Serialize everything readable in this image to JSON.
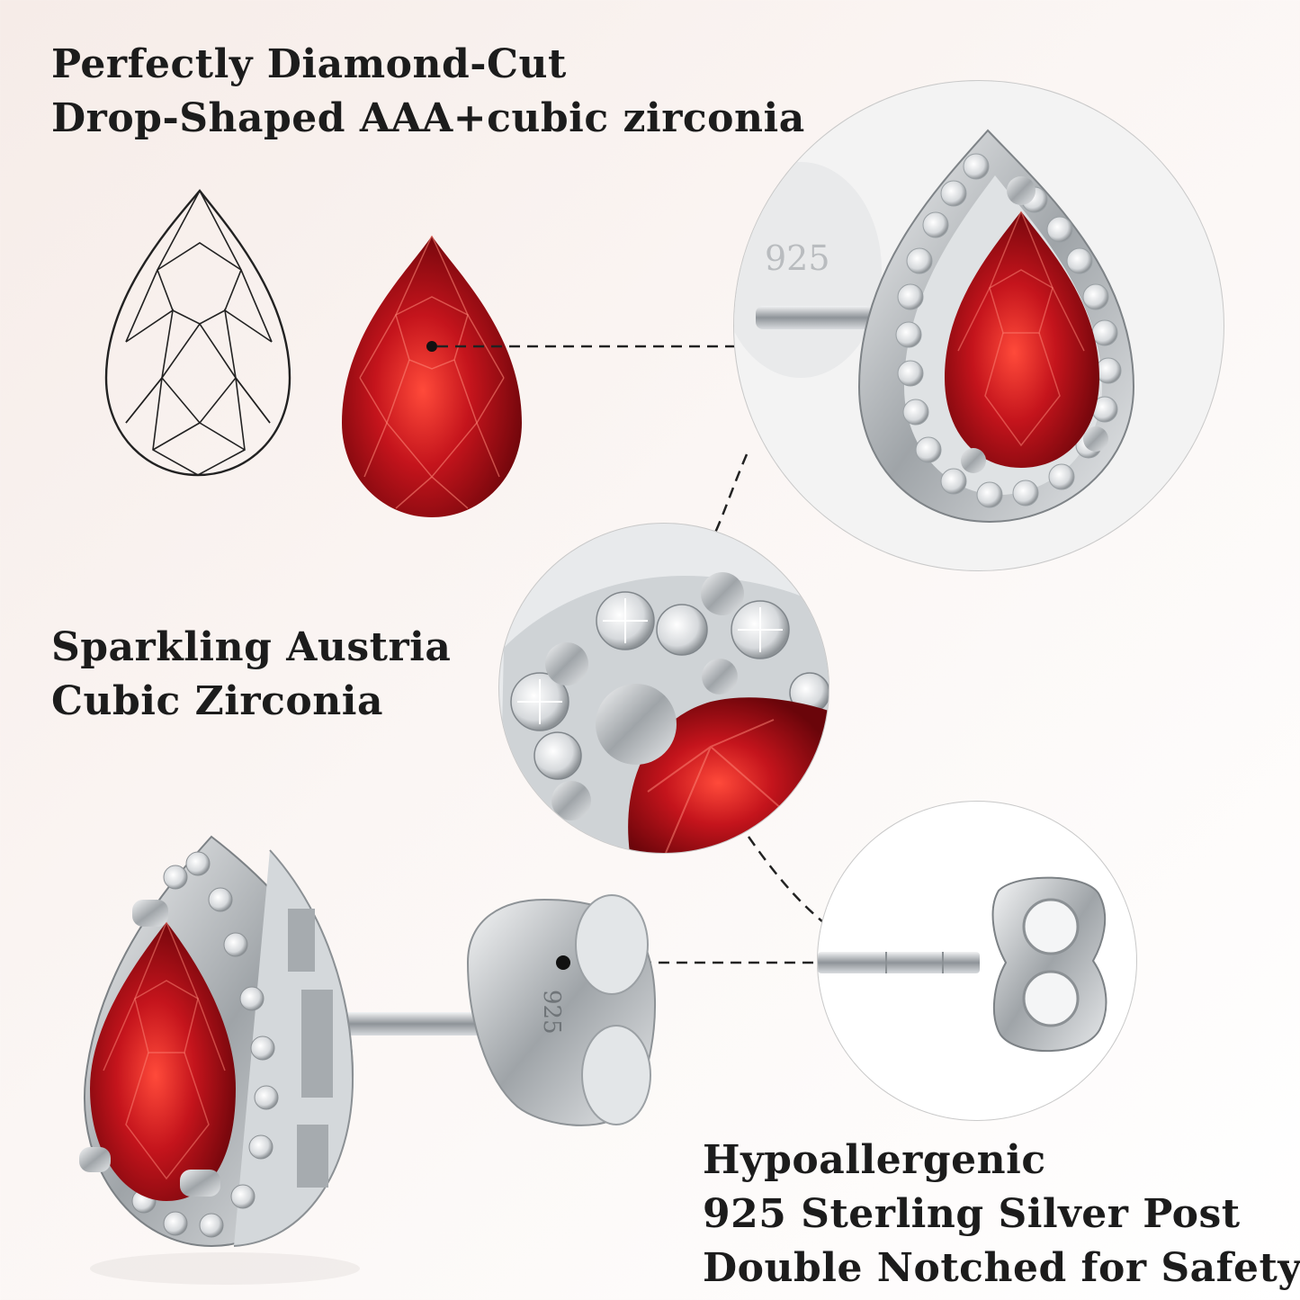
{
  "features": {
    "cut": {
      "line1": "Perfectly Diamond-Cut",
      "line2": "Drop-Shaped AAA+cubic zirconia"
    },
    "zirconia": {
      "line1": "Sparkling Austria",
      "line2": "Cubic Zirconia"
    },
    "post": {
      "line1": "Hypoallergenic",
      "line2": "925 Sterling Silver Post",
      "line3": "Double Notched for Safety"
    }
  },
  "stamp": "925",
  "colors": {
    "ruby": "#c4141c",
    "silver": "#c9cdd1",
    "text": "#1c1c1c"
  },
  "icons": [
    "pear-cut-outline-icon",
    "red-pear-gem-icon",
    "earring-closeup-photo",
    "halo-stones-closeup-photo",
    "post-and-back-closeup-photo",
    "stud-earring-side-view"
  ]
}
